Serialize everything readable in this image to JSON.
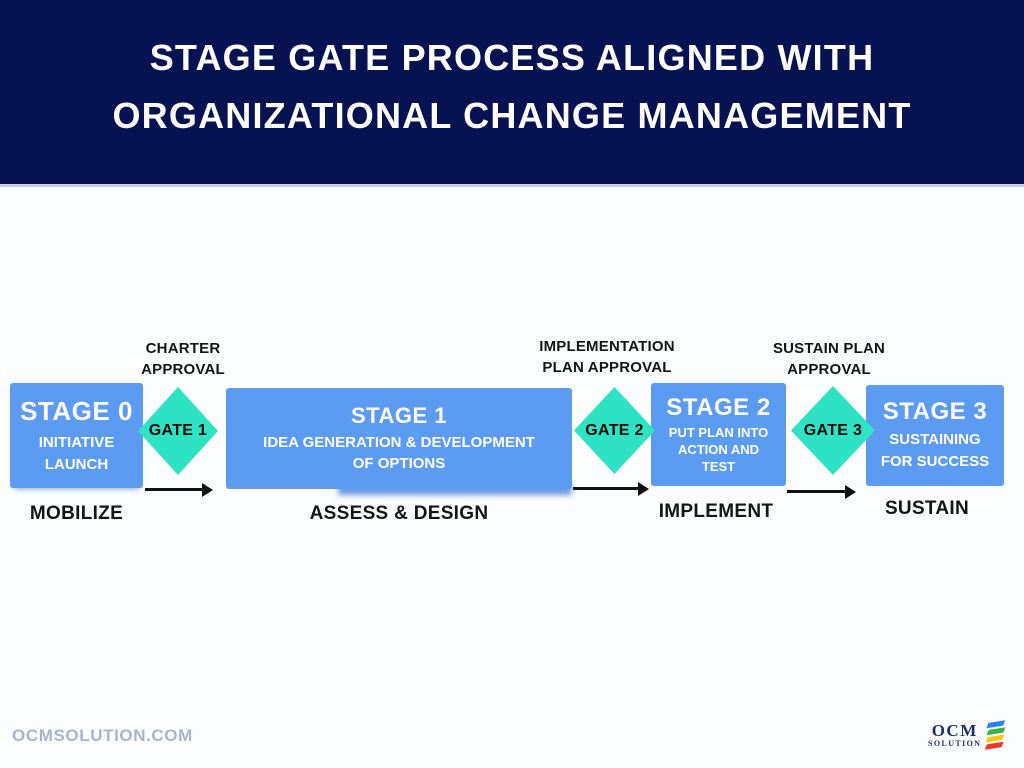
{
  "header": {
    "title_line1": "STAGE GATE PROCESS ALIGNED WITH",
    "title_line2": "ORGANIZATIONAL CHANGE MANAGEMENT"
  },
  "stages": [
    {
      "title": "STAGE 0",
      "lines": [
        "INITIATIVE",
        "LAUNCH"
      ],
      "phase": "MOBILIZE"
    },
    {
      "title": "STAGE 1",
      "lines": [
        "IDEA GENERATION & DEVELOPMENT",
        "OF OPTIONS"
      ],
      "phase": "ASSESS & DESIGN"
    },
    {
      "title": "STAGE 2",
      "lines": [
        "PUT PLAN INTO",
        "ACTION AND",
        "TEST"
      ],
      "phase": "IMPLEMENT"
    },
    {
      "title": "STAGE 3",
      "lines": [
        "SUSTAINING",
        "FOR SUCCESS"
      ],
      "phase": "SUSTAIN"
    }
  ],
  "gates": [
    {
      "label": "GATE 1",
      "approval_line1": "CHARTER",
      "approval_line2": "APPROVAL"
    },
    {
      "label": "GATE 2",
      "approval_line1": "IMPLEMENTATION",
      "approval_line2": "PLAN APPROVAL"
    },
    {
      "label": "GATE 3",
      "approval_line1": "SUSTAIN PLAN",
      "approval_line2": "APPROVAL"
    }
  ],
  "footer": {
    "website": "OCMSOLUTION.COM",
    "logo_text": "OCM",
    "logo_subtext": "SOLUTION"
  },
  "colors": {
    "header_bg": "#071253",
    "stage_box_blue": "#5b9bf2",
    "gate_diamond_teal": "#2de3c3",
    "arrow_black": "#111111",
    "watermark_gray": "#a9b4c8",
    "logo_navy": "#1b2d6e",
    "logo_bar_colors": [
      "#2d7ff0",
      "#37b34a",
      "#fdc71c",
      "#f0342c"
    ]
  }
}
